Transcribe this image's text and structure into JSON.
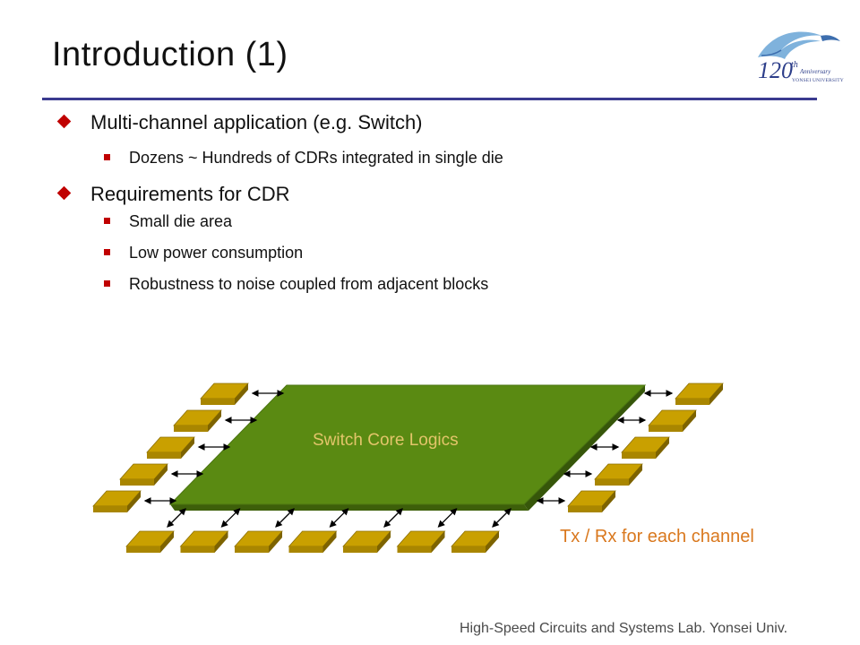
{
  "slide": {
    "title": "Introduction (1)",
    "footer": "High-Speed Circuits and Systems Lab. Yonsei Univ."
  },
  "logo": {
    "number": "120",
    "superscript": "th",
    "anniversary": "Anniversary",
    "university": "YONSEI UNIVERSITY"
  },
  "bullets": [
    {
      "text": "Multi-channel application (e.g. Switch)",
      "sub": [
        "Dozens ~ Hundreds of CDRs integrated in single die"
      ]
    },
    {
      "text": "Requirements for CDR",
      "sub": [
        "Small die area",
        "Low power consumption",
        "Robustness to noise coupled from adjacent  blocks"
      ]
    }
  ],
  "diagram": {
    "core_label": "Switch Core Logics",
    "channel_label": "Tx / Rx for each channel",
    "left_pad_count": 5,
    "right_pad_count": 5,
    "bottom_pad_count": 7
  },
  "colors": {
    "title_rule": "#3b3b8f",
    "bullet_marker": "#c00000",
    "core_fill": "#4f7a0e",
    "pad_fill": "#c9a000",
    "core_label": "#e3c56a",
    "channel_label": "#d9781e"
  }
}
